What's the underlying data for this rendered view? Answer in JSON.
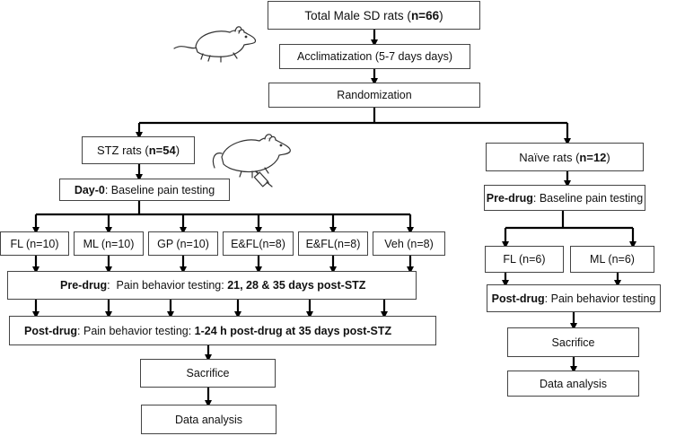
{
  "boxes": {
    "total": {
      "pre": "Total Male SD rats (",
      "bold": "n=66",
      "post": ")"
    },
    "acclimatization": {
      "text": "Acclimatization (5-7 days days)"
    },
    "randomization": {
      "text": "Randomization"
    },
    "stz_rats": {
      "pre": "STZ rats (",
      "bold": "n=54",
      "post": ")"
    },
    "naive_rats": {
      "pre": "Naïve rats (",
      "bold": "n=12",
      "post": ")"
    },
    "day0": {
      "bold": "Day-0",
      "post": ": Baseline pain testing"
    },
    "naive_predrug": {
      "bold": "Pre-drug",
      "post": ": Baseline pain testing"
    },
    "groups": [
      "FL (n=10)",
      "ML (n=10)",
      "GP (n=10)",
      "E&FL(n=8)",
      "E&FL(n=8)",
      "Veh (n=8)"
    ],
    "naive_groups": [
      "FL (n=6)",
      "ML (n=6)"
    ],
    "stz_predrug": {
      "bold": "Pre-drug",
      "mid": ":  Pain behavior testing: ",
      "bold2": "21, 28 & 35 days post-STZ"
    },
    "stz_postdrug": {
      "bold": "Post-drug",
      "mid": ": Pain behavior testing: ",
      "bold2": "1-24 h post-drug at 35 days post-STZ"
    },
    "naive_postdrug": {
      "bold": "Post-drug",
      "post": ": Pain behavior testing"
    },
    "stz_sacrifice": {
      "text": "Sacrifice"
    },
    "stz_data": {
      "text": "Data analysis"
    },
    "naive_sacrifice": {
      "text": "Sacrifice"
    },
    "naive_data": {
      "text": "Data analysis"
    }
  },
  "colors": {
    "arrow": "#000000",
    "border": "#444444",
    "rat_fill": "#ffffff",
    "rat_stroke": "#333333"
  },
  "icons": [
    "rat-icon",
    "rat-with-syringe-icon"
  ]
}
